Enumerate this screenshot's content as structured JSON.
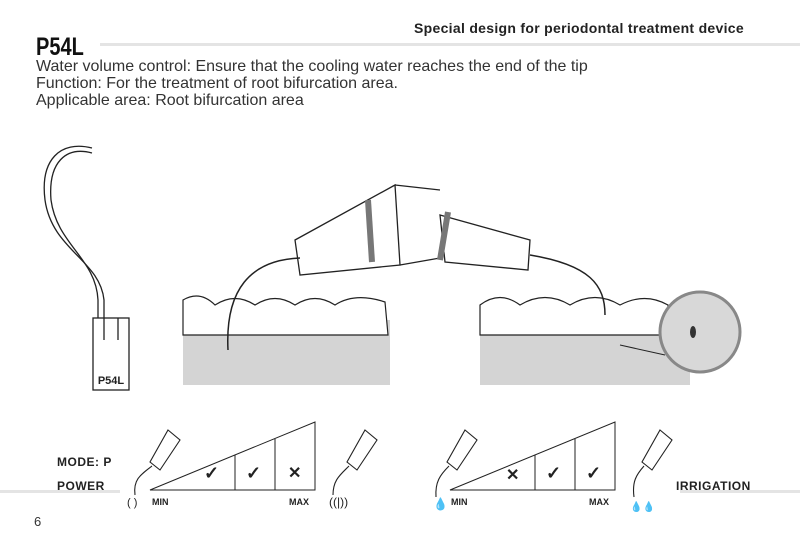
{
  "header": {
    "subtitle": "Special design for periodontal treatment device"
  },
  "model": "P54L",
  "description": [
    "Water volume control: Ensure that the cooling water reaches the end of the tip",
    "Function: For the treatment of root bifurcation area.",
    "Applicable area: Root bifurcation area"
  ],
  "tip_label": "P54L",
  "power_chart": {
    "mode_label": "MODE: P",
    "power_label": "POWER",
    "min_label": "MIN",
    "max_label": "MAX",
    "levels": [
      "check",
      "check",
      "cross"
    ]
  },
  "irrigation_chart": {
    "label": "IRRIGATION",
    "min_label": "MIN",
    "max_label": "MAX",
    "levels": [
      "cross",
      "check",
      "check"
    ]
  },
  "page_number": "6"
}
